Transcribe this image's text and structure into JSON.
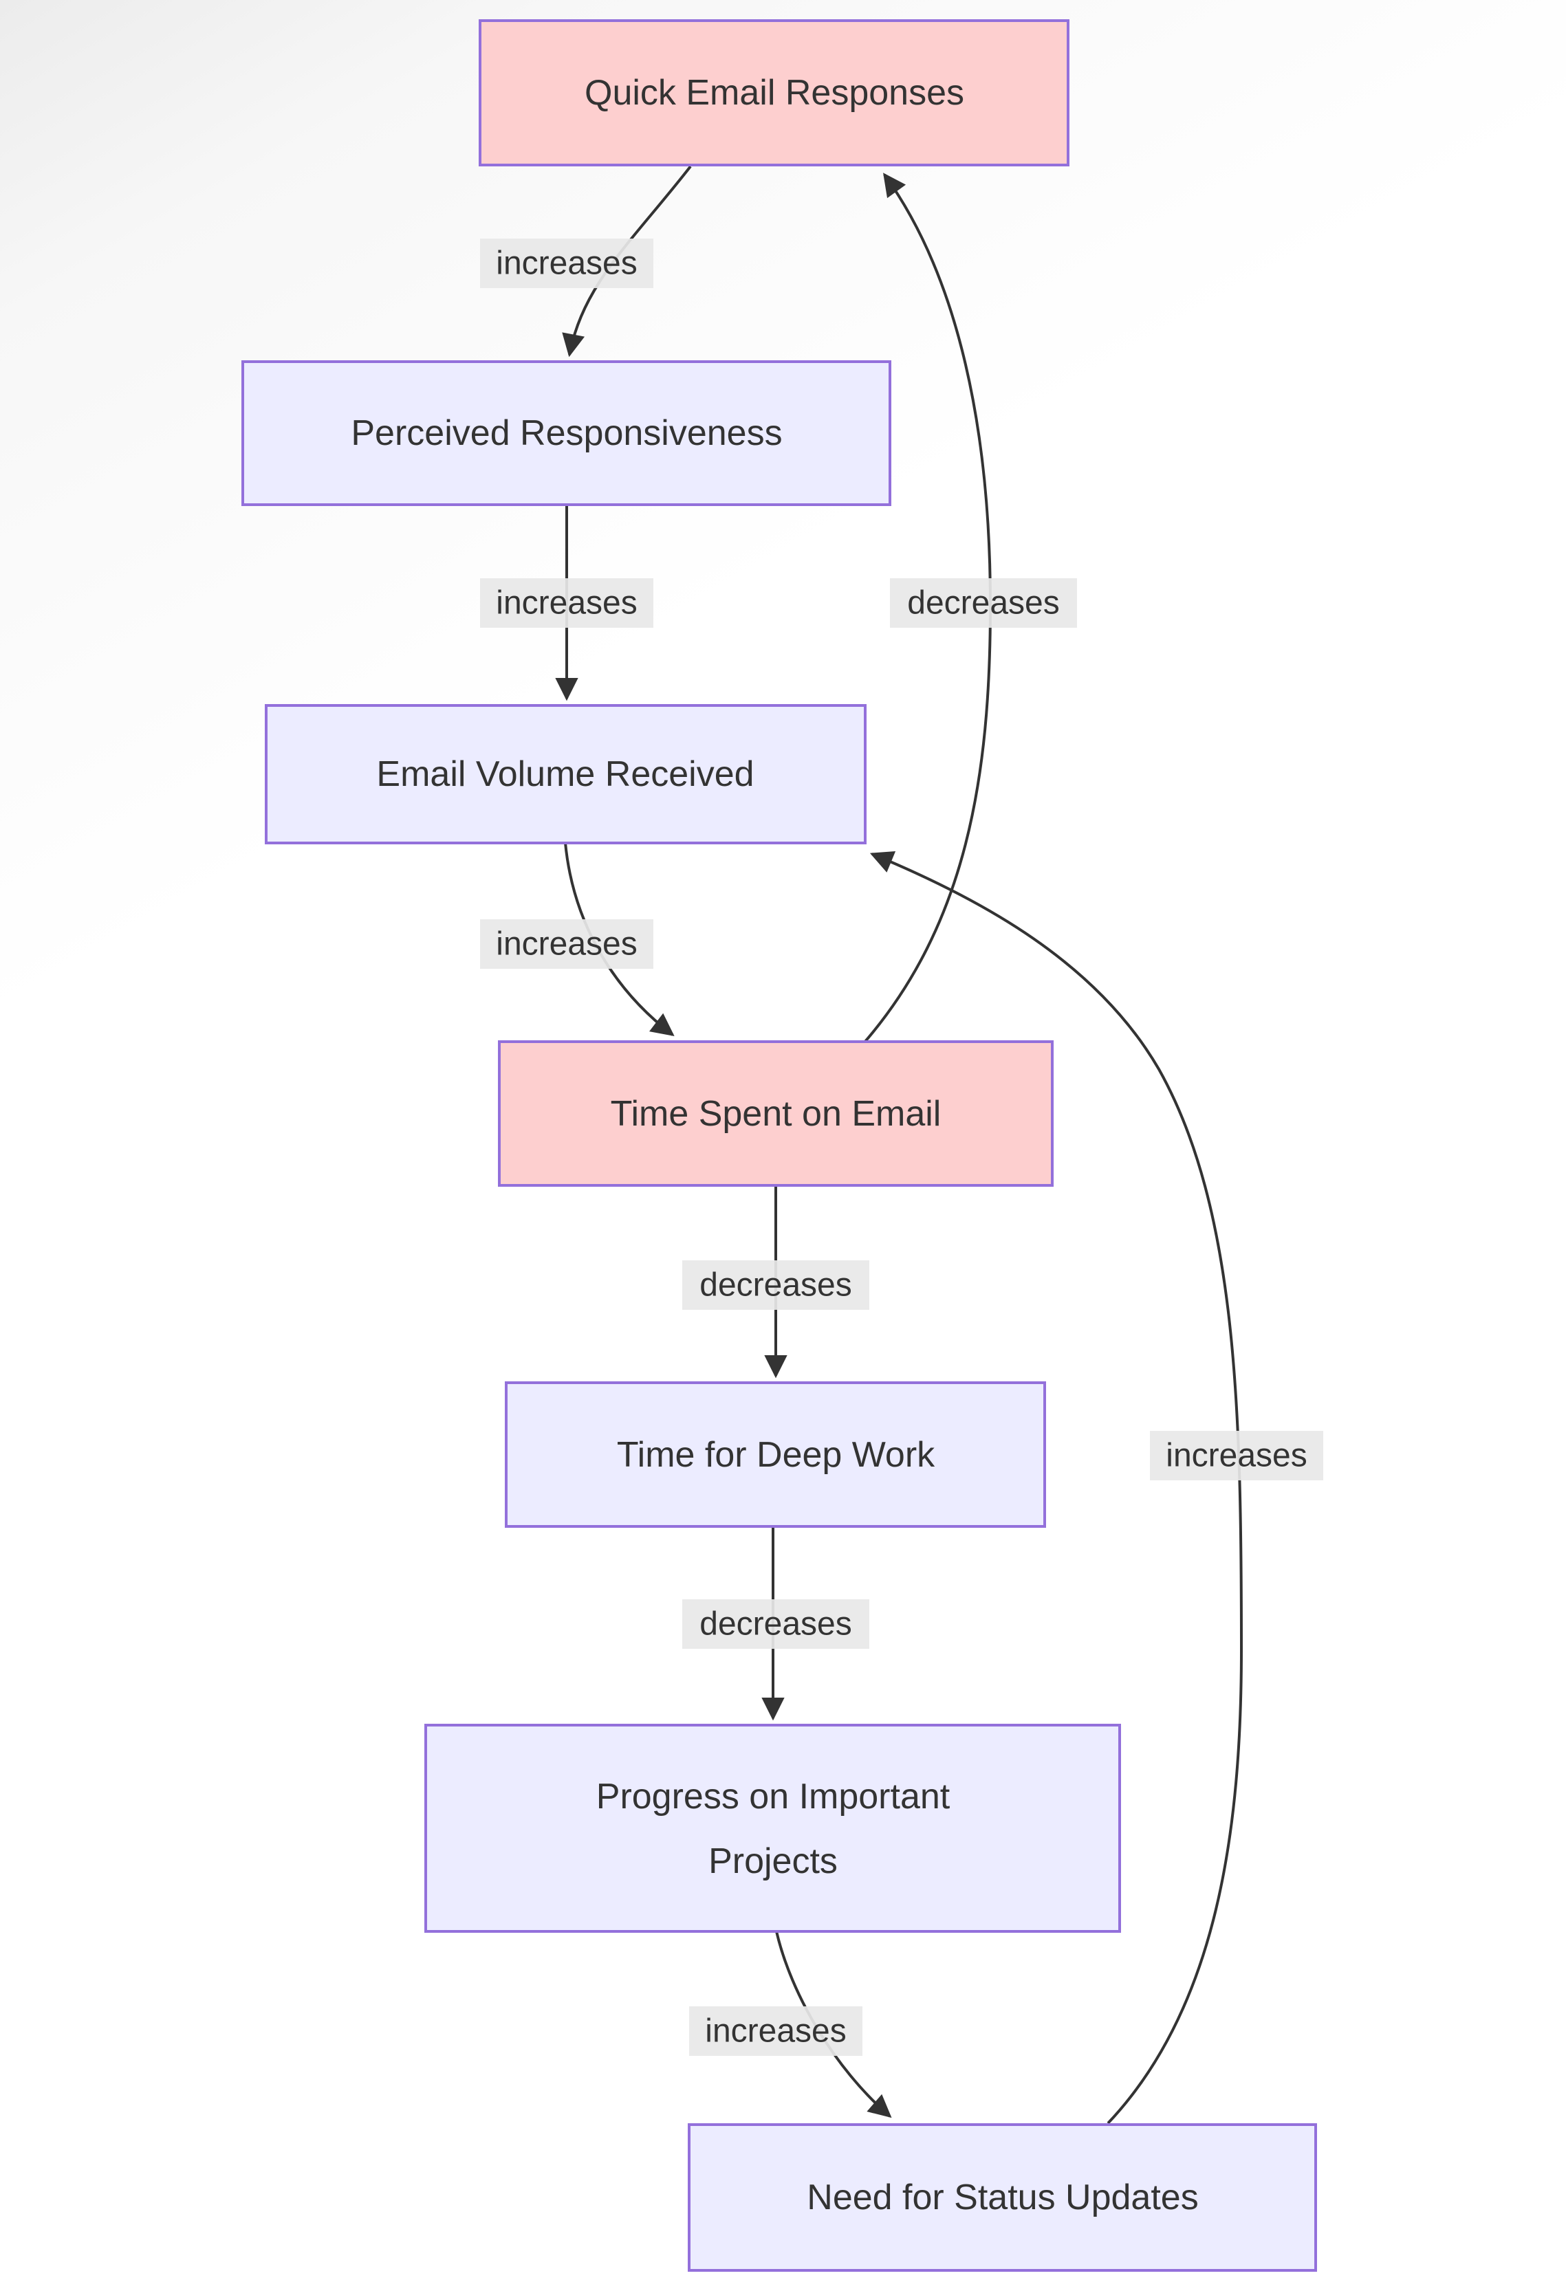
{
  "diagram": {
    "type": "flowchart",
    "direction": "top-down"
  },
  "colors": {
    "node_fill_pink": "#fdcfcf",
    "node_fill_lavender": "#ececff",
    "node_border": "#9370db",
    "edge_color": "#333333",
    "text_color": "#333333",
    "edge_label_bg": "#e8e8e8"
  },
  "nodes": [
    {
      "id": "quick-email-responses",
      "label": "Quick Email Responses",
      "variant": "pink"
    },
    {
      "id": "perceived-responsiveness",
      "label": "Perceived Responsiveness",
      "variant": "lavender"
    },
    {
      "id": "email-volume-received",
      "label": "Email Volume Received",
      "variant": "lavender"
    },
    {
      "id": "time-spent-on-email",
      "label": "Time Spent on Email",
      "variant": "pink"
    },
    {
      "id": "time-for-deep-work",
      "label": "Time for Deep Work",
      "variant": "lavender"
    },
    {
      "id": "progress-on-important-projects",
      "label": "Progress on Important Projects",
      "variant": "lavender",
      "lines": [
        "Progress on Important",
        "Projects"
      ]
    },
    {
      "id": "need-for-status-updates",
      "label": "Need for Status Updates",
      "variant": "lavender"
    }
  ],
  "edges": [
    {
      "from": "Quick Email Responses",
      "to": "Perceived Responsiveness",
      "label": "increases"
    },
    {
      "from": "Perceived Responsiveness",
      "to": "Email Volume Received",
      "label": "increases"
    },
    {
      "from": "Email Volume Received",
      "to": "Time Spent on Email",
      "label": "increases"
    },
    {
      "from": "Time Spent on Email",
      "to": "Quick Email Responses",
      "label": "decreases"
    },
    {
      "from": "Time Spent on Email",
      "to": "Time for Deep Work",
      "label": "decreases"
    },
    {
      "from": "Time for Deep Work",
      "to": "Progress on Important Projects",
      "label": "decreases"
    },
    {
      "from": "Progress on Important Projects",
      "to": "Need for Status Updates",
      "label": "increases"
    },
    {
      "from": "Need for Status Updates",
      "to": "Email Volume Received",
      "label": "increases"
    }
  ]
}
